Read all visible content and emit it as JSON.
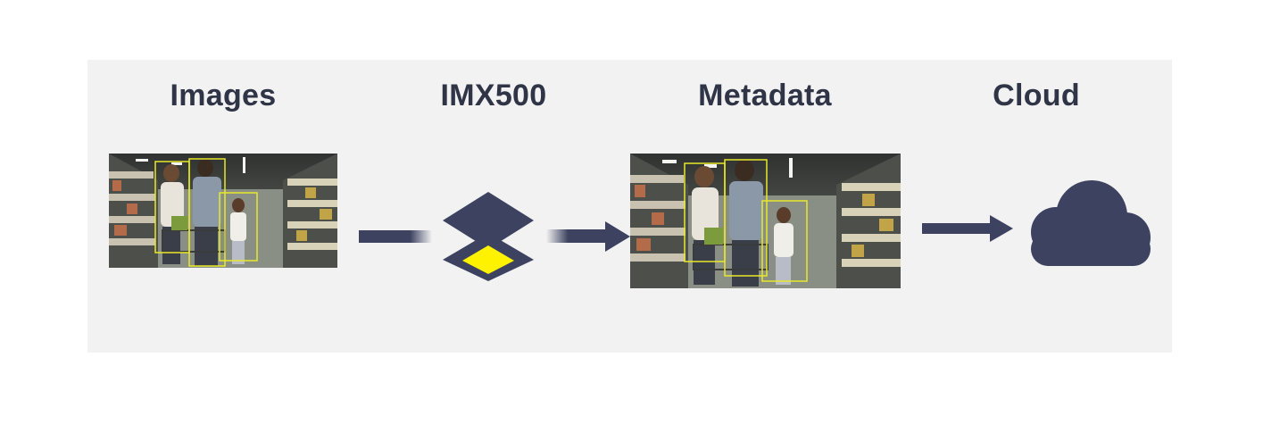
{
  "stages": [
    {
      "id": "images",
      "title": "Images"
    },
    {
      "id": "imx500",
      "title": "IMX500"
    },
    {
      "id": "metadata",
      "title": "Metadata"
    },
    {
      "id": "cloud",
      "title": "Cloud"
    }
  ],
  "icons": {
    "sensor": "layered-chip-icon",
    "cloud": "cloud-icon",
    "arrow": "arrow-right-icon"
  },
  "colors": {
    "panel_background": "#f2f2f2",
    "title_text": "#2f3446",
    "icon_fill": "#3c4260",
    "detection_box": "#e8e829",
    "chip_highlight": "#fff200"
  }
}
